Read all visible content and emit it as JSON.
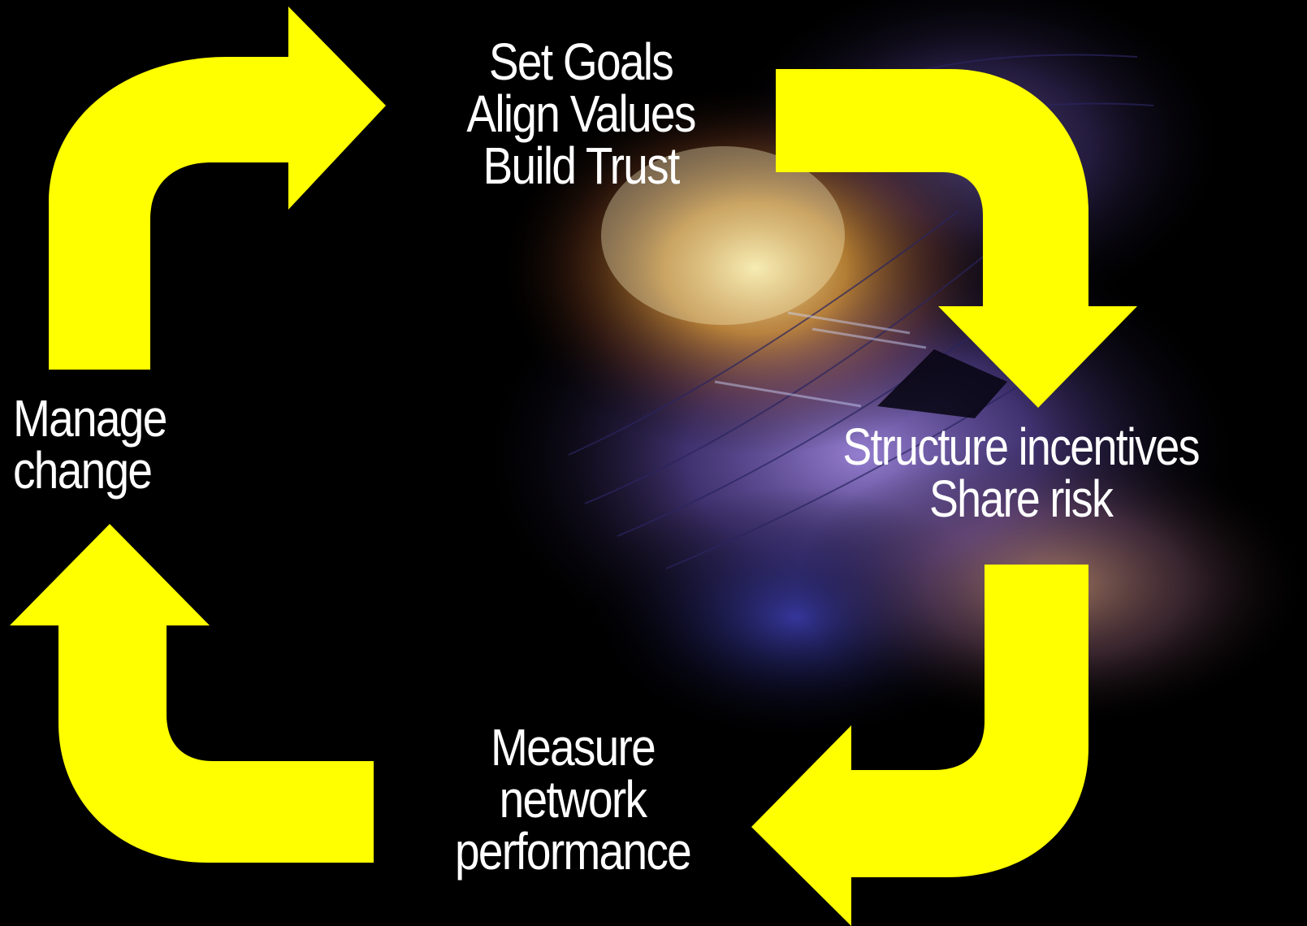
{
  "cycle": {
    "top_stage": [
      "Set Goals",
      "Align Values",
      "Build Trust"
    ],
    "right_stage": [
      "Structure incentives",
      "Share risk"
    ],
    "bottom_stage": [
      "Measure",
      "network",
      "performance"
    ],
    "left_stage": [
      "Manage",
      "change"
    ]
  },
  "colors": {
    "background": "#000000",
    "arrow": "#ffff00",
    "text": "#ffffff"
  },
  "background_image": "abstract-light-streaks"
}
